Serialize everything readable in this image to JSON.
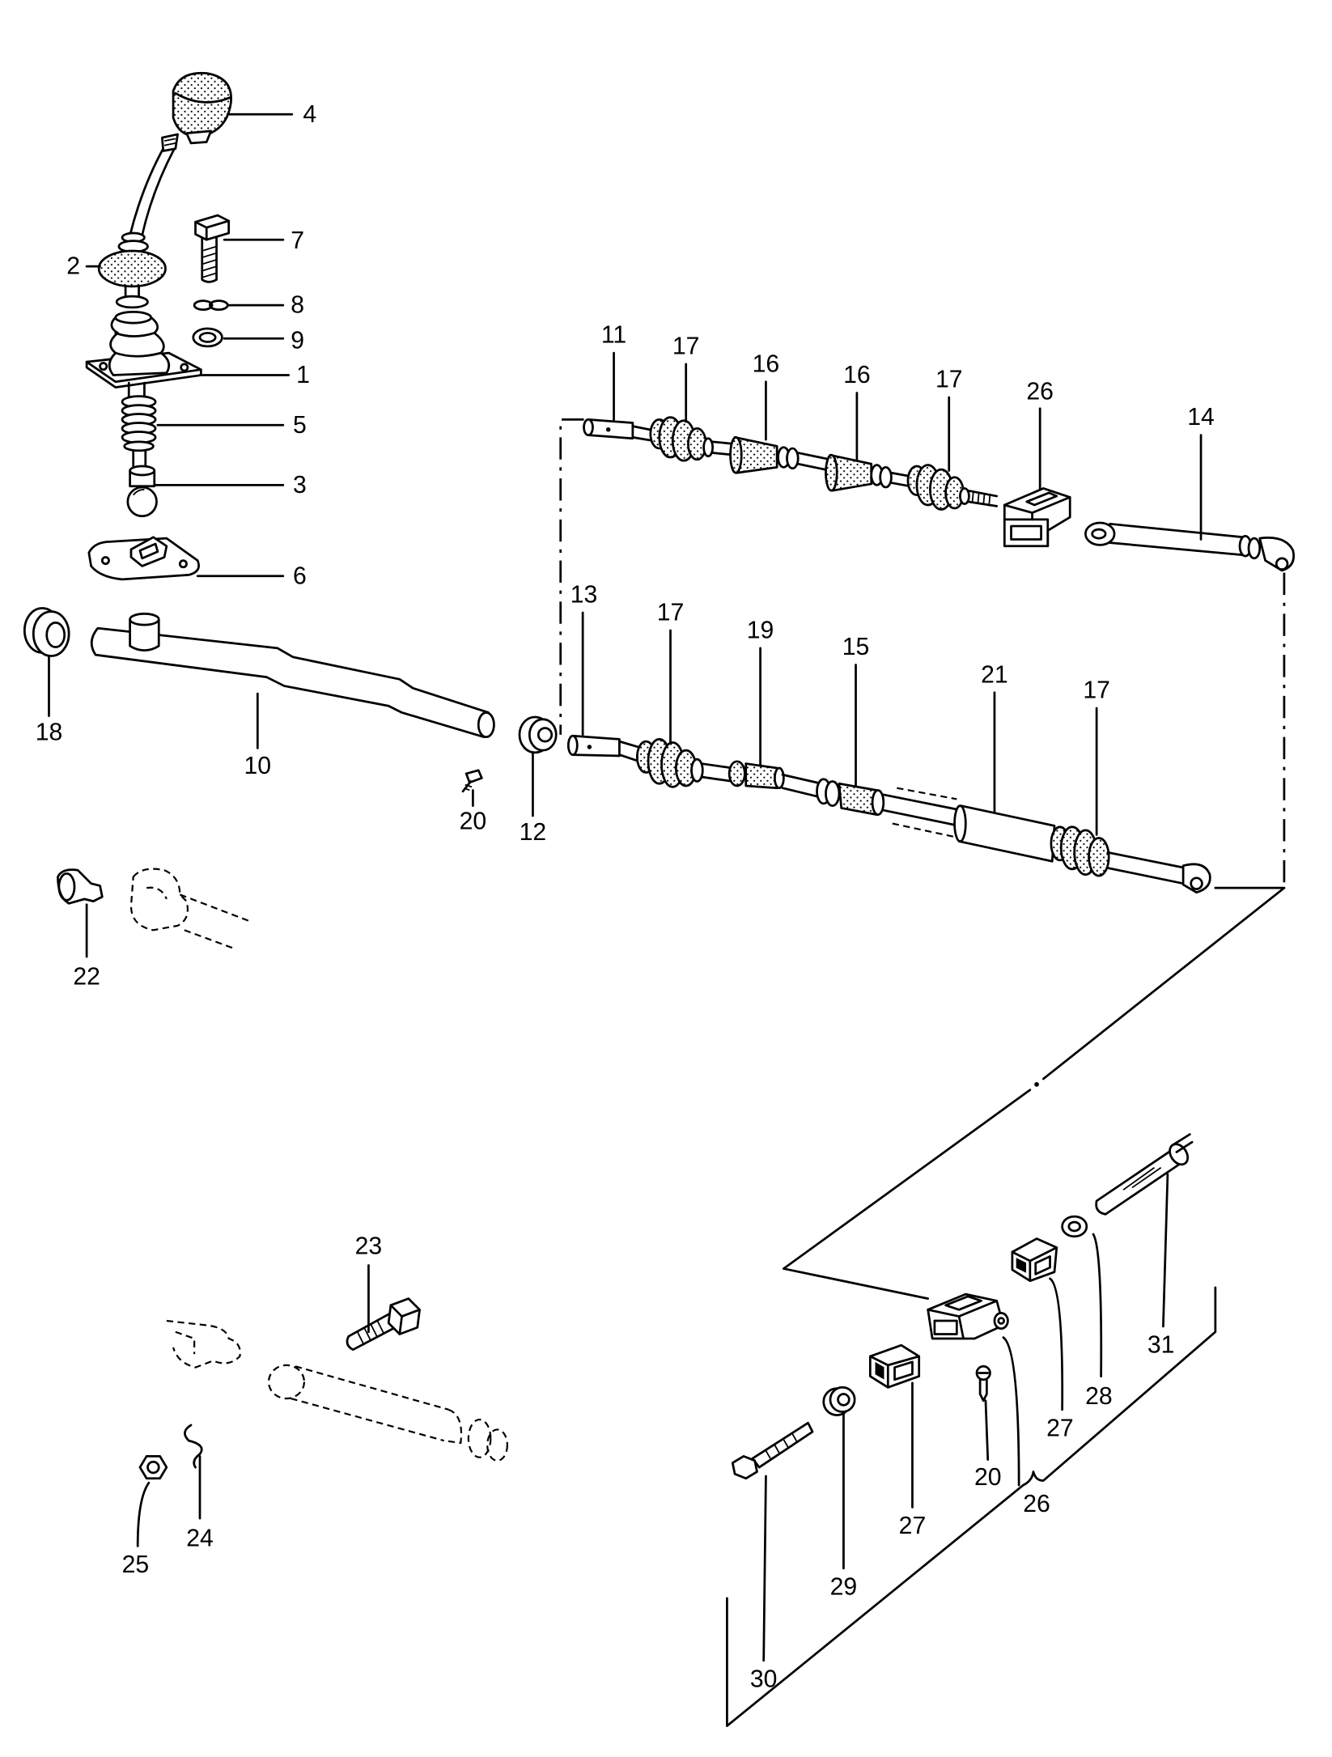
{
  "diagram": {
    "background_color": "#ffffff",
    "line_color": "#000000"
  },
  "callouts": [
    "4",
    "7",
    "2",
    "8",
    "9",
    "1",
    "5",
    "3",
    "6",
    "18",
    "10",
    "20",
    "12",
    "13",
    "11",
    "17",
    "16",
    "16",
    "17",
    "26",
    "14",
    "17",
    "19",
    "15",
    "21",
    "17",
    "22",
    "23",
    "24",
    "25",
    "26",
    "27",
    "28",
    "31",
    "20",
    "27",
    "29",
    "30"
  ]
}
